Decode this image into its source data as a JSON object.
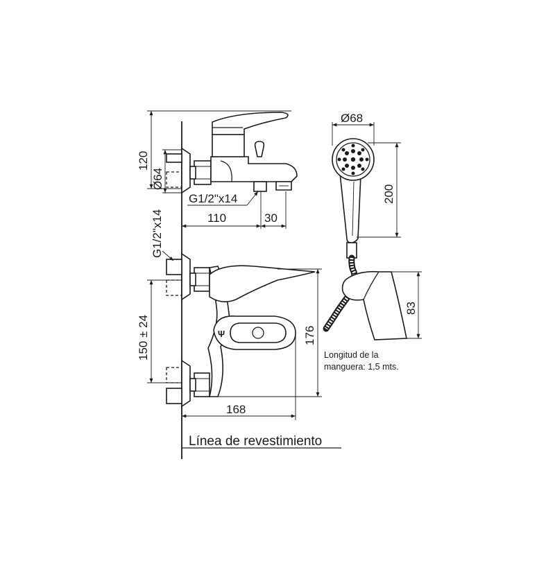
{
  "dimensions": {
    "top_height": "120",
    "flange_diameter": "Ø64",
    "top_thread": "G1/2\"x14",
    "spout_reach": "110",
    "spout_outlet": "30",
    "side_thread": "G1/2\"x14",
    "inlet_spacing": "150 ± 24",
    "body_height": "176",
    "body_width": "168",
    "shower_diameter": "Ø68",
    "shower_length": "200",
    "holder_height": "83"
  },
  "hose_note": {
    "line1": "Longitud de la",
    "line2": "manguera: 1,5 mts."
  },
  "wall_label": "Línea de revestimiento"
}
